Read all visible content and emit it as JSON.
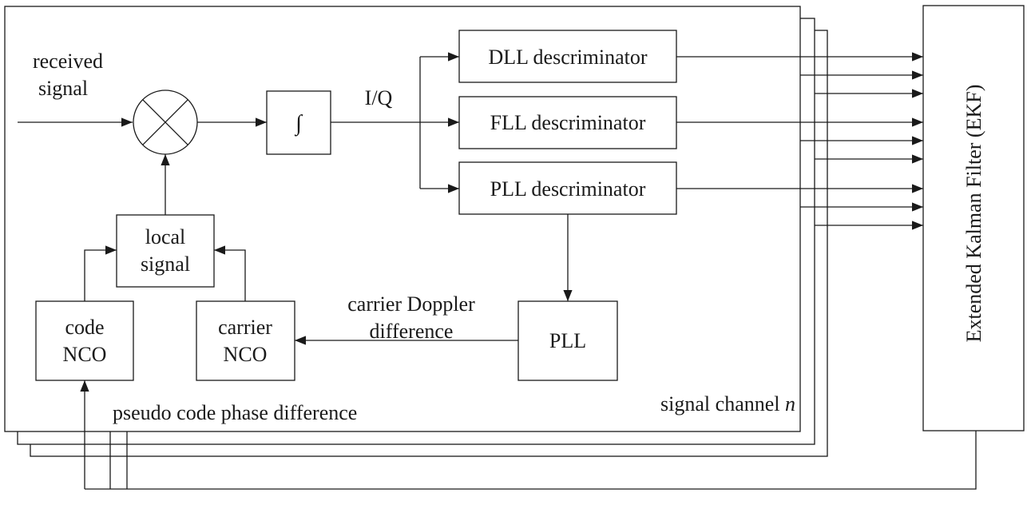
{
  "labels": {
    "received_signal_line1": "received",
    "received_signal_line2": "signal",
    "integrator_symbol": "∫",
    "iq": "I/Q",
    "dll": "DLL descriminator",
    "fll": "FLL descriminator",
    "pll_discriminator": "PLL descriminator",
    "local_signal_line1": "local",
    "local_signal_line2": "signal",
    "code_nco_line1": "code",
    "code_nco_line2": "NCO",
    "carrier_nco_line1": "carrier",
    "carrier_nco_line2": "NCO",
    "pll": "PLL",
    "carrier_doppler_line1": "carrier Doppler",
    "carrier_doppler_line2": "difference",
    "pseudo_code": "pseudo code phase difference",
    "signal_channel": "signal channel ",
    "signal_channel_index": "n",
    "ekf": "Extended Kalman Filter (EKF)"
  },
  "colors": {
    "stroke": "#1a1a1a",
    "background": "#ffffff"
  }
}
